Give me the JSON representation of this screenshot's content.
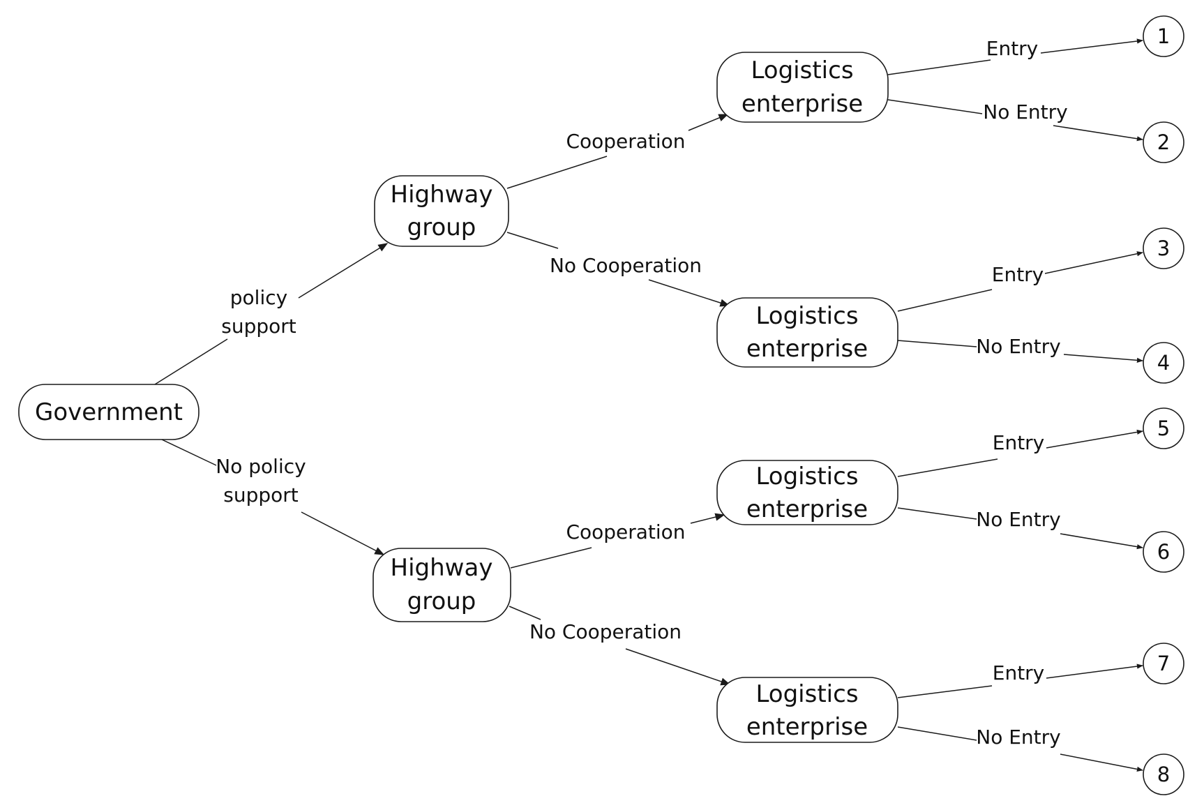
{
  "nodes": {
    "government": [
      "Government"
    ],
    "highway_1": [
      "Highway",
      "group"
    ],
    "highway_2": [
      "Highway",
      "group"
    ],
    "logistics_1": [
      "Logistics",
      "enterprise"
    ],
    "logistics_2": [
      "Logistics",
      "enterprise"
    ],
    "logistics_3": [
      "Logistics",
      "enterprise"
    ],
    "logistics_4": [
      "Logistics",
      "enterprise"
    ]
  },
  "edges": {
    "policy_support": [
      "policy",
      "support"
    ],
    "no_policy_support": [
      "No policy",
      "support"
    ],
    "cooperation_1": [
      "Cooperation"
    ],
    "no_cooperation_1": [
      "No Cooperation"
    ],
    "cooperation_2": [
      "Cooperation"
    ],
    "no_cooperation_2": [
      "No Cooperation"
    ],
    "entry_1": [
      "Entry"
    ],
    "no_entry_1": [
      "No Entry"
    ],
    "entry_2": [
      "Entry"
    ],
    "no_entry_2": [
      "No Entry"
    ],
    "entry_3": [
      "Entry"
    ],
    "no_entry_3": [
      "No Entry"
    ],
    "entry_4": [
      "Entry"
    ],
    "no_entry_4": [
      "No Entry"
    ]
  },
  "outcomes": [
    "1",
    "2",
    "3",
    "4",
    "5",
    "6",
    "7",
    "8"
  ]
}
